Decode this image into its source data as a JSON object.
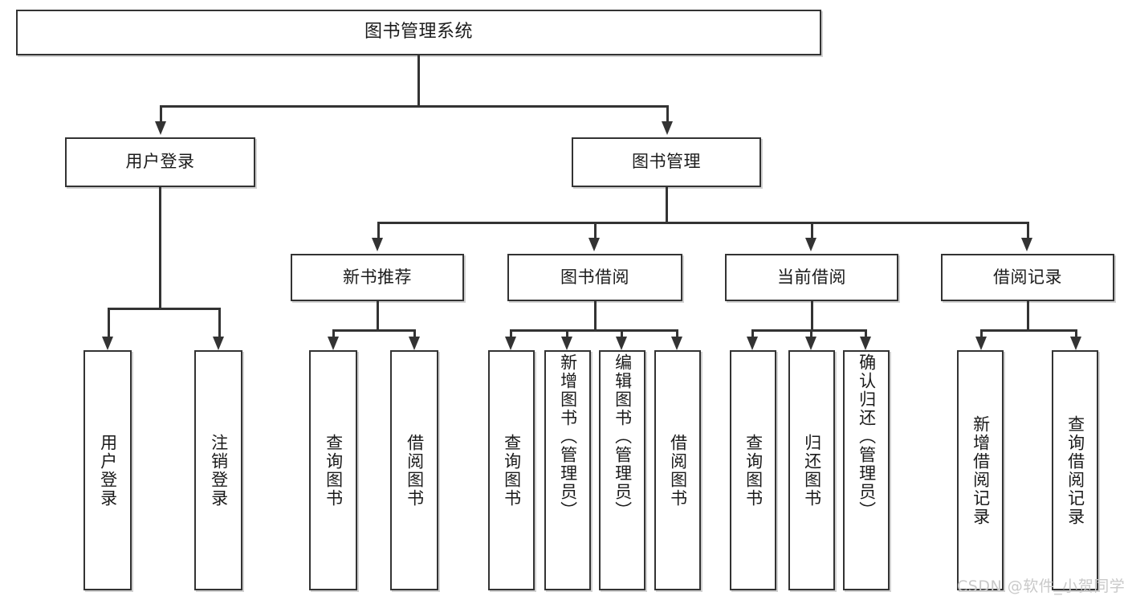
{
  "diagram": {
    "type": "tree-hierarchy-chart",
    "title": "图书管理系统",
    "root": {
      "id": "root",
      "label": "图书管理系统"
    },
    "level2": [
      {
        "id": "user-login",
        "label": "用户登录"
      },
      {
        "id": "book-management",
        "label": "图书管理"
      }
    ],
    "level3": [
      {
        "id": "new-book-recommend",
        "label": "新书推荐"
      },
      {
        "id": "book-borrow",
        "label": "图书借阅"
      },
      {
        "id": "current-borrow",
        "label": "当前借阅"
      },
      {
        "id": "borrow-record",
        "label": "借阅记录"
      }
    ],
    "leaves": [
      {
        "id": "leaf-user-login",
        "label": "用户登录",
        "parent": "user-login"
      },
      {
        "id": "leaf-logout-login",
        "label": "注销登录",
        "parent": "user-login"
      },
      {
        "id": "leaf-query-book-1",
        "label": "查询图书",
        "parent": "new-book-recommend"
      },
      {
        "id": "leaf-borrow-book-1",
        "label": "借阅图书",
        "parent": "new-book-recommend"
      },
      {
        "id": "leaf-query-book-2",
        "label": "查询图书",
        "parent": "book-borrow"
      },
      {
        "id": "leaf-add-book",
        "label": "新增图书（管理员）",
        "parent": "book-borrow"
      },
      {
        "id": "leaf-edit-book",
        "label": "编辑图书（管理员）",
        "parent": "book-borrow"
      },
      {
        "id": "leaf-borrow-book-2",
        "label": "借阅图书",
        "parent": "book-borrow"
      },
      {
        "id": "leaf-query-book-3",
        "label": "查询图书",
        "parent": "current-borrow"
      },
      {
        "id": "leaf-return-book",
        "label": "归还图书",
        "parent": "current-borrow"
      },
      {
        "id": "leaf-confirm-return",
        "label": "确认归还（管理员）",
        "parent": "current-borrow"
      },
      {
        "id": "leaf-add-borrow-record",
        "label": "新增借阅记录",
        "parent": "borrow-record"
      },
      {
        "id": "leaf-query-borrow-record",
        "label": "查询借阅记录",
        "parent": "borrow-record"
      }
    ]
  },
  "watermark": {
    "text": "CSDN @软件_小贺同学"
  },
  "colors": {
    "stroke": "#333333",
    "text": "#1b1b1b",
    "background": "#ffffff",
    "watermark": "#c9c9c9"
  }
}
